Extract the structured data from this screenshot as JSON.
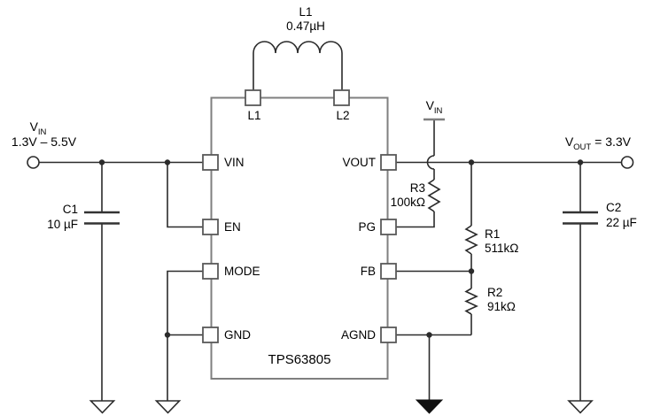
{
  "ic": {
    "name": "TPS63805",
    "pins": {
      "top": [
        "L1",
        "L2"
      ],
      "left": [
        "VIN",
        "EN",
        "MODE",
        "GND"
      ],
      "right": [
        "VOUT",
        "PG",
        "FB",
        "AGND"
      ]
    }
  },
  "components": {
    "L1": {
      "ref": "L1",
      "value": "0.47µH"
    },
    "C1": {
      "ref": "C1",
      "value": "10 µF"
    },
    "C2": {
      "ref": "C2",
      "value": "22 µF"
    },
    "R3": {
      "ref": "R3",
      "value": "100kΩ"
    },
    "R1": {
      "ref": "R1",
      "value": "511kΩ"
    },
    "R2": {
      "ref": "R2",
      "value": "91kΩ"
    }
  },
  "nets": {
    "input": {
      "name": "V",
      "sub": "IN",
      "range": "1.3V – 5.5V"
    },
    "vin_rail": {
      "name": "V",
      "sub": "IN"
    },
    "output": {
      "name": "V",
      "sub": "OUT",
      "value": " = 3.3V"
    }
  },
  "colors": {
    "wire": "#2b2b2b",
    "ic_border": "#7f7f7f",
    "pin_border": "#595959",
    "text": "#000000",
    "background": "#ffffff"
  }
}
